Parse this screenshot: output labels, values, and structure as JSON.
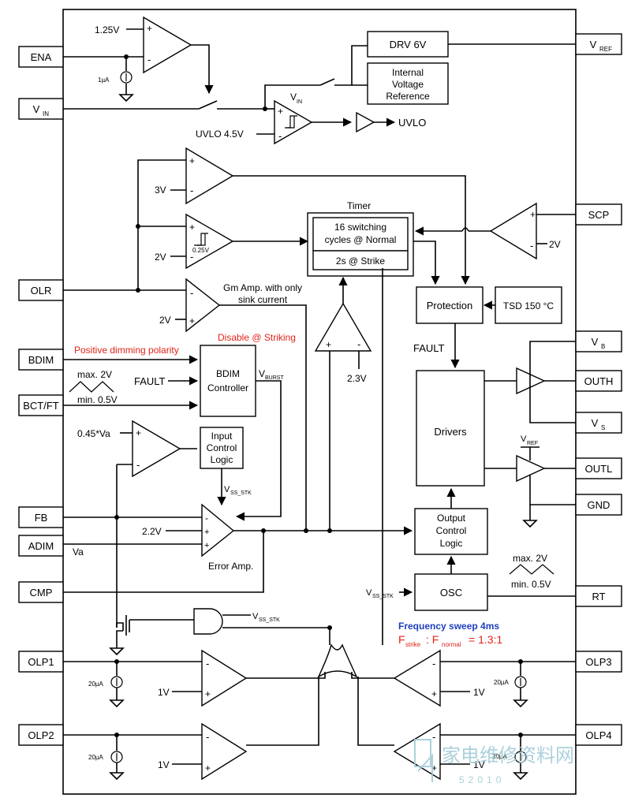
{
  "pins_left": {
    "ena": "ENA",
    "vin": "V",
    "vin_sub": "IN",
    "olr": "OLR",
    "bdim": "BDIM",
    "bctft": "BCT/FT",
    "fb": "FB",
    "adim": "ADIM",
    "cmp": "CMP",
    "olp1": "OLP1",
    "olp2": "OLP2"
  },
  "pins_right": {
    "vref": "V",
    "vref_sub": "REF",
    "scp": "SCP",
    "vb": "V",
    "vb_sub": "B",
    "outh": "OUTH",
    "vs": "V",
    "vs_sub": "S",
    "outl": "OUTL",
    "gnd": "GND",
    "rt": "RT",
    "olp3": "OLP3",
    "olp4": "OLP4"
  },
  "blocks": {
    "drv": "DRV 6V",
    "ivr_line1": "Internal",
    "ivr_line2": "Voltage",
    "ivr_line3": "Reference",
    "timer_title": "Timer",
    "timer_line1": "16 switching",
    "timer_line2": "cycles @ Normal",
    "timer_line3": "2s @ Strike",
    "protection": "Protection",
    "tsd": "TSD  150 °C",
    "bdim_line1": "BDIM",
    "bdim_line2": "Controller",
    "icl_line1": "Input",
    "icl_line2": "Control",
    "icl_line3": "Logic",
    "drivers": "Drivers",
    "ocl_line1": "Output",
    "ocl_line2": "Control",
    "ocl_line3": "Logic",
    "osc": "OSC"
  },
  "labels": {
    "v125": "1.25V",
    "ua1": "1µA",
    "uvlo45": "UVLO 4.5V",
    "vin_amp": "V",
    "vin_amp_sub": "IN",
    "uvlo_out": "UVLO",
    "v3": "3V",
    "v2": "2V",
    "v025": "0.25V",
    "gm_line1": "Gm Amp. with only",
    "gm_line2": "sink current",
    "v2_gm": "2V",
    "v23": "2.3V",
    "v2_scp": "2V",
    "fault_out": "FAULT",
    "pos_dim": "Positive dimming polarity",
    "dis_strike": "Disable @ Striking",
    "max2v": "max. 2V",
    "min05v": "min. 0.5V",
    "fault_in": "FAULT",
    "vburst": "V",
    "vburst_sub": "BURST",
    "v045va": "0.45*Va",
    "vssstk": "V",
    "vssstk_sub": "SS_STK",
    "v22": "2.2V",
    "va": "Va",
    "erramp": "Error Amp.",
    "vref_drv": "V",
    "vref_drv_sub": "REF",
    "vss_osc": "V",
    "vss_osc_sub": "SS_STK",
    "rt_max": "max. 2V",
    "rt_min": "min. 0.5V",
    "vss_and": "V",
    "vss_and_sub": "SS_STK",
    "freq_sweep": "Frequency sweep 4ms",
    "fstrike": "F",
    "fstrike_sub": "strike",
    "fnormal_pre": ": F",
    "fnormal_sub": "normal",
    "fratio": " = 1.3:1",
    "ua20_1": "20µA",
    "ua20_2": "20µA",
    "ua20_3": "20µA",
    "ua20_4": "20µA",
    "v1_1": "1V",
    "v1_2": "1V",
    "v1_3": "1V",
    "v1_4": "1V",
    "plus": "+",
    "minus": "-"
  },
  "watermark": {
    "cn": "家电维修资料网",
    "url": "52010"
  },
  "colors": {
    "red": "#e2231a",
    "blue": "#1f3fbf",
    "watermark": "#9ec9d6"
  }
}
